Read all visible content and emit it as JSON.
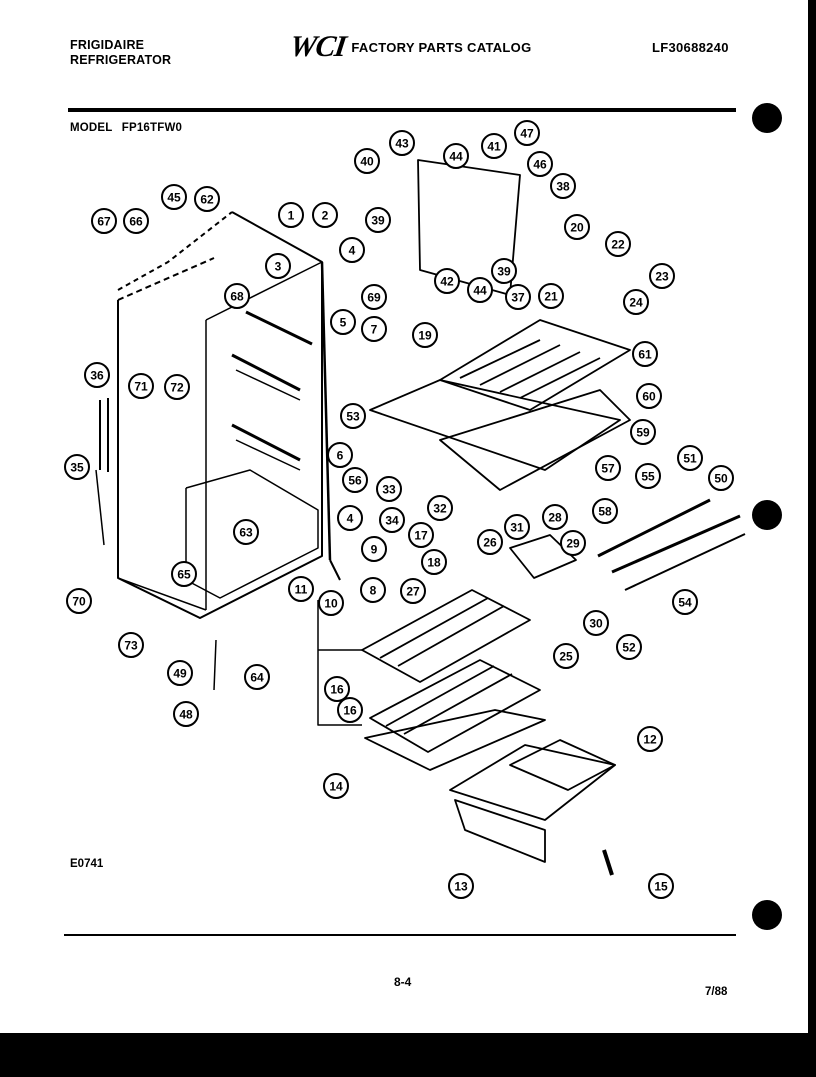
{
  "header": {
    "brand": "FRIGIDAIRE",
    "product": "REFRIGERATOR",
    "logo_text": "WCI",
    "catalog_title": "FACTORY PARTS CATALOG",
    "catalog_number": "LF30688240"
  },
  "model": {
    "label": "MODEL",
    "number": "FP16TFW0"
  },
  "callouts": [
    "1",
    "2",
    "3",
    "4",
    "4",
    "5",
    "6",
    "7",
    "8",
    "9",
    "10",
    "11",
    "12",
    "13",
    "14",
    "15",
    "16",
    "16",
    "17",
    "18",
    "19",
    "20",
    "21",
    "22",
    "23",
    "24",
    "25",
    "26",
    "27",
    "28",
    "29",
    "30",
    "31",
    "32",
    "33",
    "34",
    "35",
    "36",
    "37",
    "38",
    "39",
    "39",
    "40",
    "41",
    "42",
    "43",
    "44",
    "44",
    "45",
    "46",
    "47",
    "48",
    "49",
    "50",
    "51",
    "52",
    "53",
    "54",
    "55",
    "56",
    "57",
    "58",
    "59",
    "60",
    "61",
    "62",
    "63",
    "64",
    "65",
    "66",
    "67",
    "68",
    "69",
    "70",
    "71",
    "72",
    "73"
  ],
  "footer": {
    "ref_code": "E0741",
    "page": "8-4",
    "date": "7/88"
  }
}
